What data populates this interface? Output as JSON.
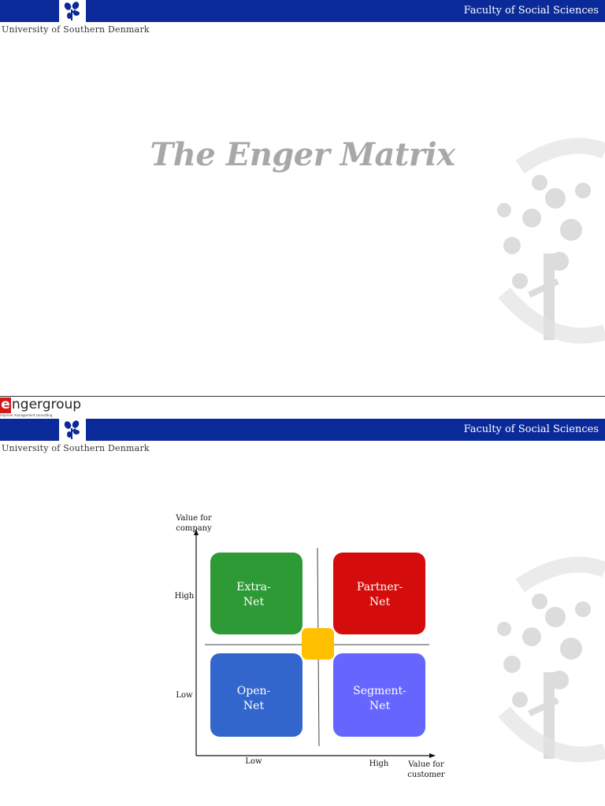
{
  "header": {
    "faculty": "Faculty of Social Sciences",
    "university": "University of Southern Denmark"
  },
  "slide1": {
    "title": "The Enger Matrix"
  },
  "footer": {
    "logo_e": "e",
    "logo_word": "ngergroup",
    "logo_tagline": "improve management consulting"
  },
  "matrix": {
    "y_axis_label": [
      "Value for",
      "company"
    ],
    "x_axis_label": [
      "Value for",
      "customer"
    ],
    "y_ticks": [
      "High",
      "Low"
    ],
    "x_ticks": [
      "Low",
      "High"
    ],
    "quadrants": [
      {
        "id": "extra-net",
        "lines": [
          "Extra-",
          "Net"
        ],
        "color": "#2e9a36"
      },
      {
        "id": "partner-net",
        "lines": [
          "Partner-",
          "Net"
        ],
        "color": "#d40c0c"
      },
      {
        "id": "open-net",
        "lines": [
          "Open-",
          "Net"
        ],
        "color": "#3366cc"
      },
      {
        "id": "segment-net",
        "lines": [
          "Segment-",
          "Net"
        ],
        "color": "#6666ff"
      }
    ],
    "center_color": "#ffc000"
  }
}
